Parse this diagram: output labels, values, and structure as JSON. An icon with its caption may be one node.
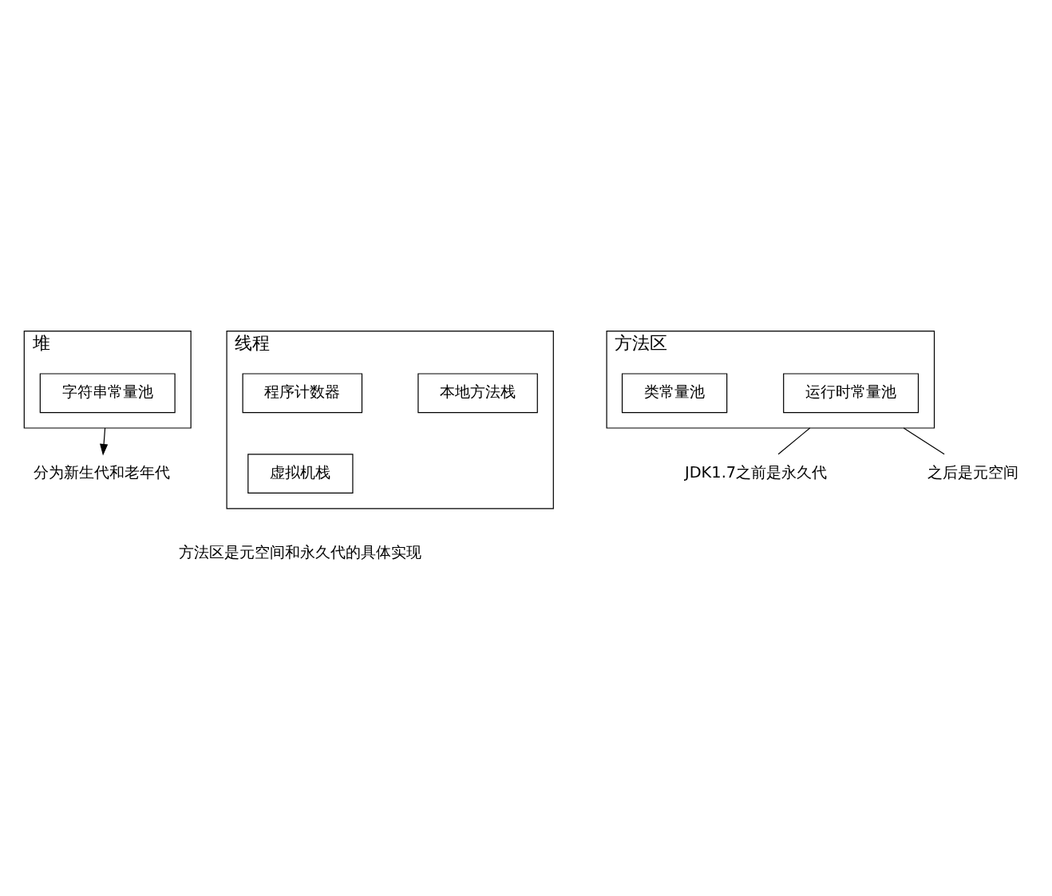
{
  "diagram": {
    "nodes": [
      {
        "text": [
          "分为新生代和老年代"
        ]
      },
      {
        "text": [
          "堆"
        ]
      },
      {
        "text": [
          "字符串常量池"
        ],
        "in": 1
      },
      {
        "text": [
          "JDK1.7之前是永久代"
        ]
      },
      {
        "text": [
          "之后是元空间"
        ]
      },
      {
        "text": [
          "方法区"
        ]
      },
      {
        "text": [
          "运行时常量池"
        ],
        "in": 5
      },
      {
        "text": [
          "类常量池"
        ],
        "in": 5
      },
      {
        "text": [
          "线程"
        ]
      },
      {
        "text": [
          "虚拟机栈"
        ],
        "in": 8
      },
      {
        "text": [
          "本地方法栈"
        ],
        "in": 8
      },
      {
        "text": [
          "程序计数器"
        ],
        "in": 8
      }
    ],
    "edges": [
      {
        "from": 1,
        "to": 0,
        "arrow": "to"
      },
      {
        "from": 5,
        "to": 3,
        "arrow": "none"
      },
      {
        "from": 5,
        "to": 4,
        "arrow": "none"
      }
    ],
    "labels": [
      "方法区是元空间和永久代的具体实现"
    ]
  }
}
